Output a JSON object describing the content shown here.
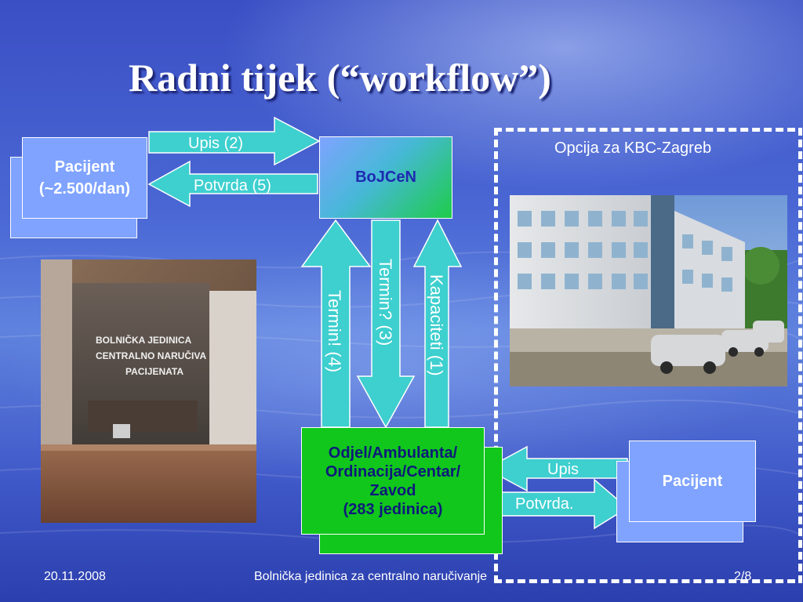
{
  "slide": {
    "title": "Radni tijek (“workflow”)",
    "option_label": "Opcija za KBC-Zagreb",
    "nodes": {
      "patient_left": {
        "line1": "Pacijent",
        "line2": "(~2.500/dan)"
      },
      "bojcen": "BoJCeN",
      "odjel": {
        "line1": "Odjel/Ambulanta/",
        "line2": "Ordinacija/Centar/",
        "line3": "Zavod",
        "line4": "(283 jedinica)"
      },
      "patient_right": "Pacijent"
    },
    "arrows": {
      "upis_2": "Upis (2)",
      "potvrda_5": "Potvrda (5)",
      "termin_4": "Termin! (4)",
      "termin_3": "Termin? (3)",
      "kapaciteti_1": "Kapaciteti (1)",
      "upis": "Upis",
      "potvrda": "Potvrda."
    },
    "photo_sign": {
      "line1": "BOLNIČKA JEDINICA",
      "line2": "CENTRALNO NARUČIVA",
      "line3": "PACIJENATA"
    },
    "footer": {
      "date": "20.11.2008",
      "center": "Bolnička jedinica za centralno naručivanje",
      "page": "2/8"
    }
  },
  "colors": {
    "arrow": "#3ecfcf",
    "green": "#11c71c",
    "patient": "#7fa3ff",
    "text_dark": "#0e1a7a"
  }
}
